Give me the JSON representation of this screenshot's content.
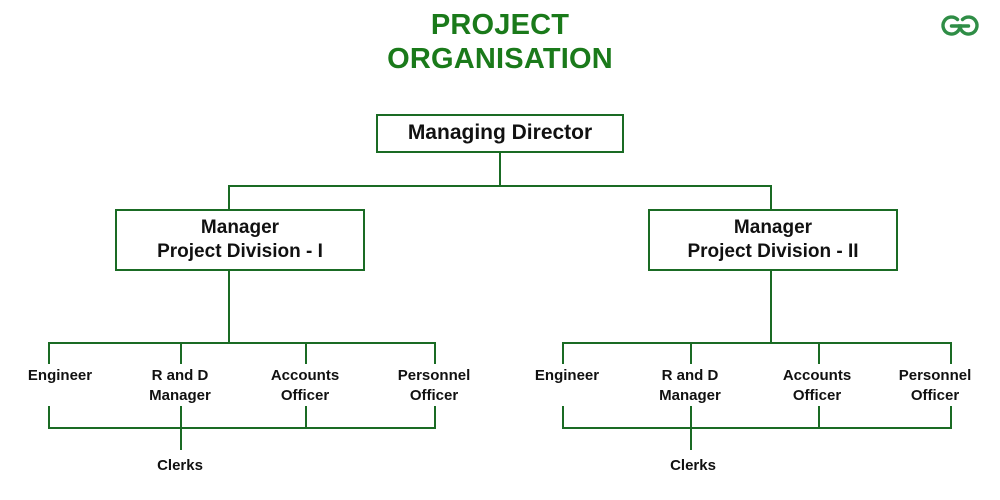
{
  "page": {
    "background": "#ffffff",
    "line_color": "#1a6b24",
    "title_color": "#1a7a1a",
    "text_color": "#111111"
  },
  "title": {
    "line1": "PROJECT",
    "line2": "ORGANISATION"
  },
  "logo": {
    "name": "geeksforgeeks-logo",
    "color": "#2f8d46"
  },
  "chart_data": {
    "type": "diagram",
    "title": "PROJECT ORGANISATION",
    "root": {
      "label": "Managing Director"
    },
    "divisions": [
      {
        "id": "division-1",
        "line1": "Manager",
        "line2": "Project Division - I",
        "leaves": [
          {
            "line1": "Engineer",
            "line2": ""
          },
          {
            "line1": "R and D",
            "line2": "Manager"
          },
          {
            "line1": "Accounts",
            "line2": "Officer"
          },
          {
            "line1": "Personnel",
            "line2": "Officer"
          }
        ],
        "sub": {
          "label": "Clerks"
        }
      },
      {
        "id": "division-2",
        "line1": "Manager",
        "line2": "Project Division - II",
        "leaves": [
          {
            "line1": "Engineer",
            "line2": ""
          },
          {
            "line1": "R and D",
            "line2": "Manager"
          },
          {
            "line1": "Accounts",
            "line2": "Officer"
          },
          {
            "line1": "Personnel",
            "line2": "Officer"
          }
        ],
        "sub": {
          "label": "Clerks"
        }
      }
    ]
  }
}
